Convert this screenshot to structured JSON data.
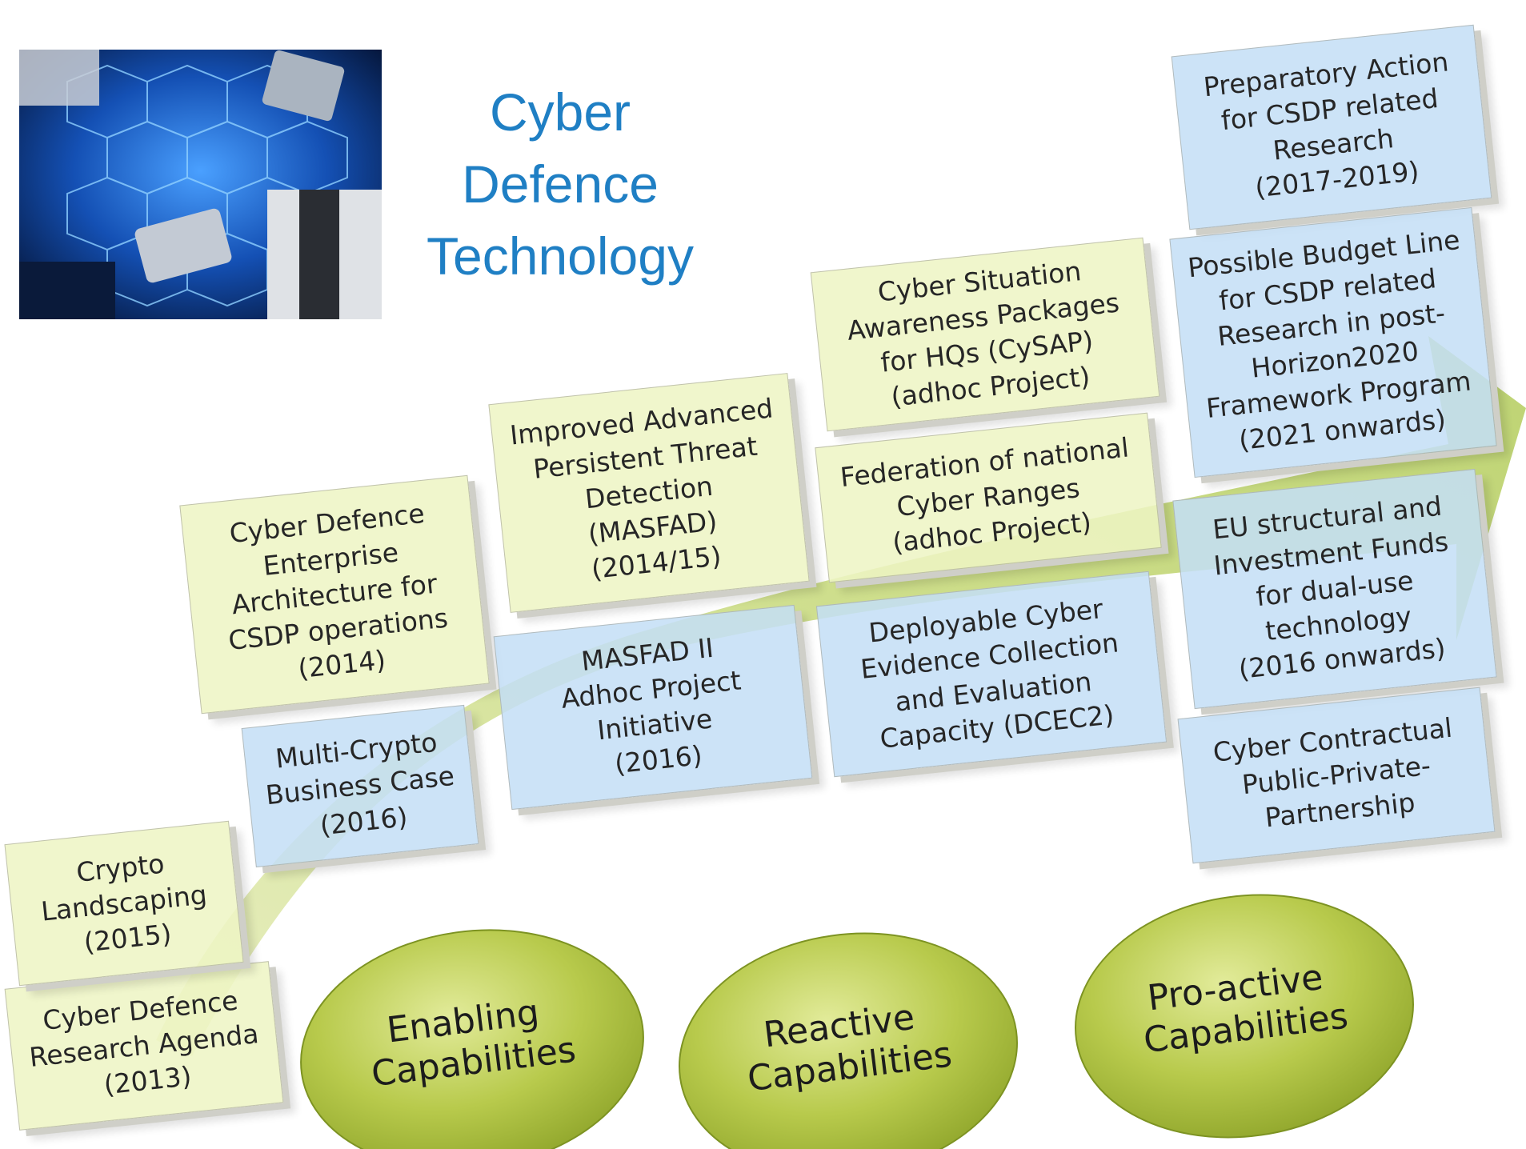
{
  "title_lines": [
    "Cyber",
    "Defence",
    "Technology"
  ],
  "colors": {
    "title": "#1f7fc4",
    "yellow_card": "#eef4c4",
    "blue_card": "#c4def6",
    "arrow": "#b6cf56",
    "ellipse": "#a9bf3c"
  },
  "cards": {
    "research_agenda": "Cyber Defence\nResearch Agenda\n(2013)",
    "crypto_landscaping": "Crypto\nLandscaping\n(2015)",
    "multi_crypto": "Multi-Crypto\nBusiness Case\n(2016)",
    "enterprise_arch": "Cyber Defence\nEnterprise\nArchitecture for\nCSDP operations\n(2014)",
    "masfad": "Improved Advanced\nPersistent Threat\nDetection\n(MASFAD)\n(2014/15)",
    "masfad2": "MASFAD II\nAdhoc Project\nInitiative\n(2016)",
    "cysap": "Cyber Situation\nAwareness Packages\nfor HQs (CySAP)\n(adhoc Project)",
    "cyber_ranges": "Federation of national\nCyber Ranges\n(adhoc Project)",
    "dcec2": "Deployable Cyber\nEvidence Collection\nand Evaluation\nCapacity (DCEC2)",
    "preparatory": "Preparatory Action\nfor CSDP related\nResearch\n(2017-2019)",
    "budget_line": "Possible Budget Line\nfor CSDP related\nResearch in post-\nHorizon2020\nFramework Program\n(2021 onwards)",
    "eu_funds": "EU structural and\nInvestment Funds\nfor dual-use\ntechnology\n(2016 onwards)",
    "cppp": "Cyber Contractual\nPublic-Private-\nPartnership"
  },
  "capabilities": [
    "Enabling\nCapabilities",
    "Reactive\nCapabilities",
    "Pro-active\nCapabilities"
  ]
}
